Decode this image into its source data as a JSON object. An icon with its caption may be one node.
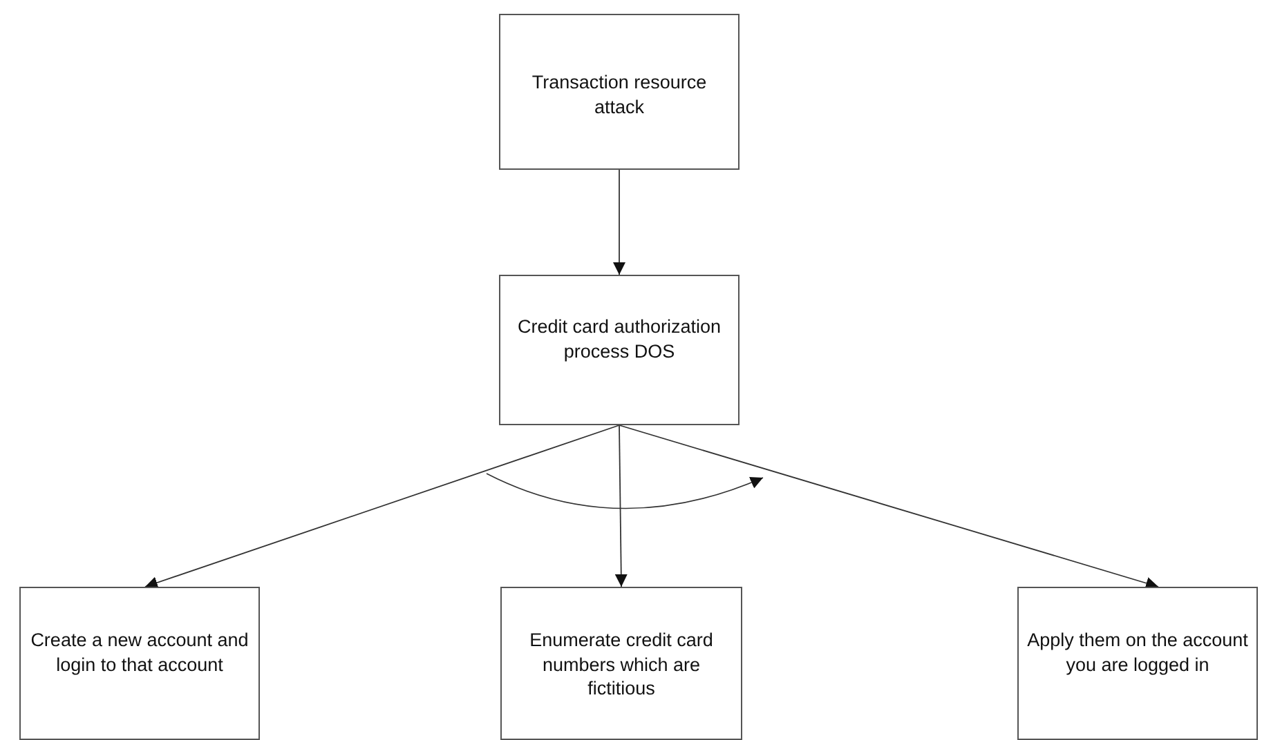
{
  "diagram": {
    "nodes": [
      {
        "text": [
          "Transaction resource attack"
        ]
      },
      {
        "text": [
          "Credit card authorization process DOS"
        ]
      },
      {
        "text": [
          "Create a new account and login to that account"
        ]
      },
      {
        "text": [
          "Enumerate credit card numbers which are fictitious"
        ]
      },
      {
        "text": [
          "Apply them on the account you are logged in"
        ]
      }
    ],
    "edges": [
      {
        "from": 0,
        "to": 1,
        "arrow": "to"
      },
      {
        "from": 1,
        "to": 2,
        "arrow": "to"
      },
      {
        "from": 1,
        "to": 3,
        "arrow": "to"
      },
      {
        "from": 1,
        "to": 4,
        "arrow": "to"
      }
    ]
  }
}
